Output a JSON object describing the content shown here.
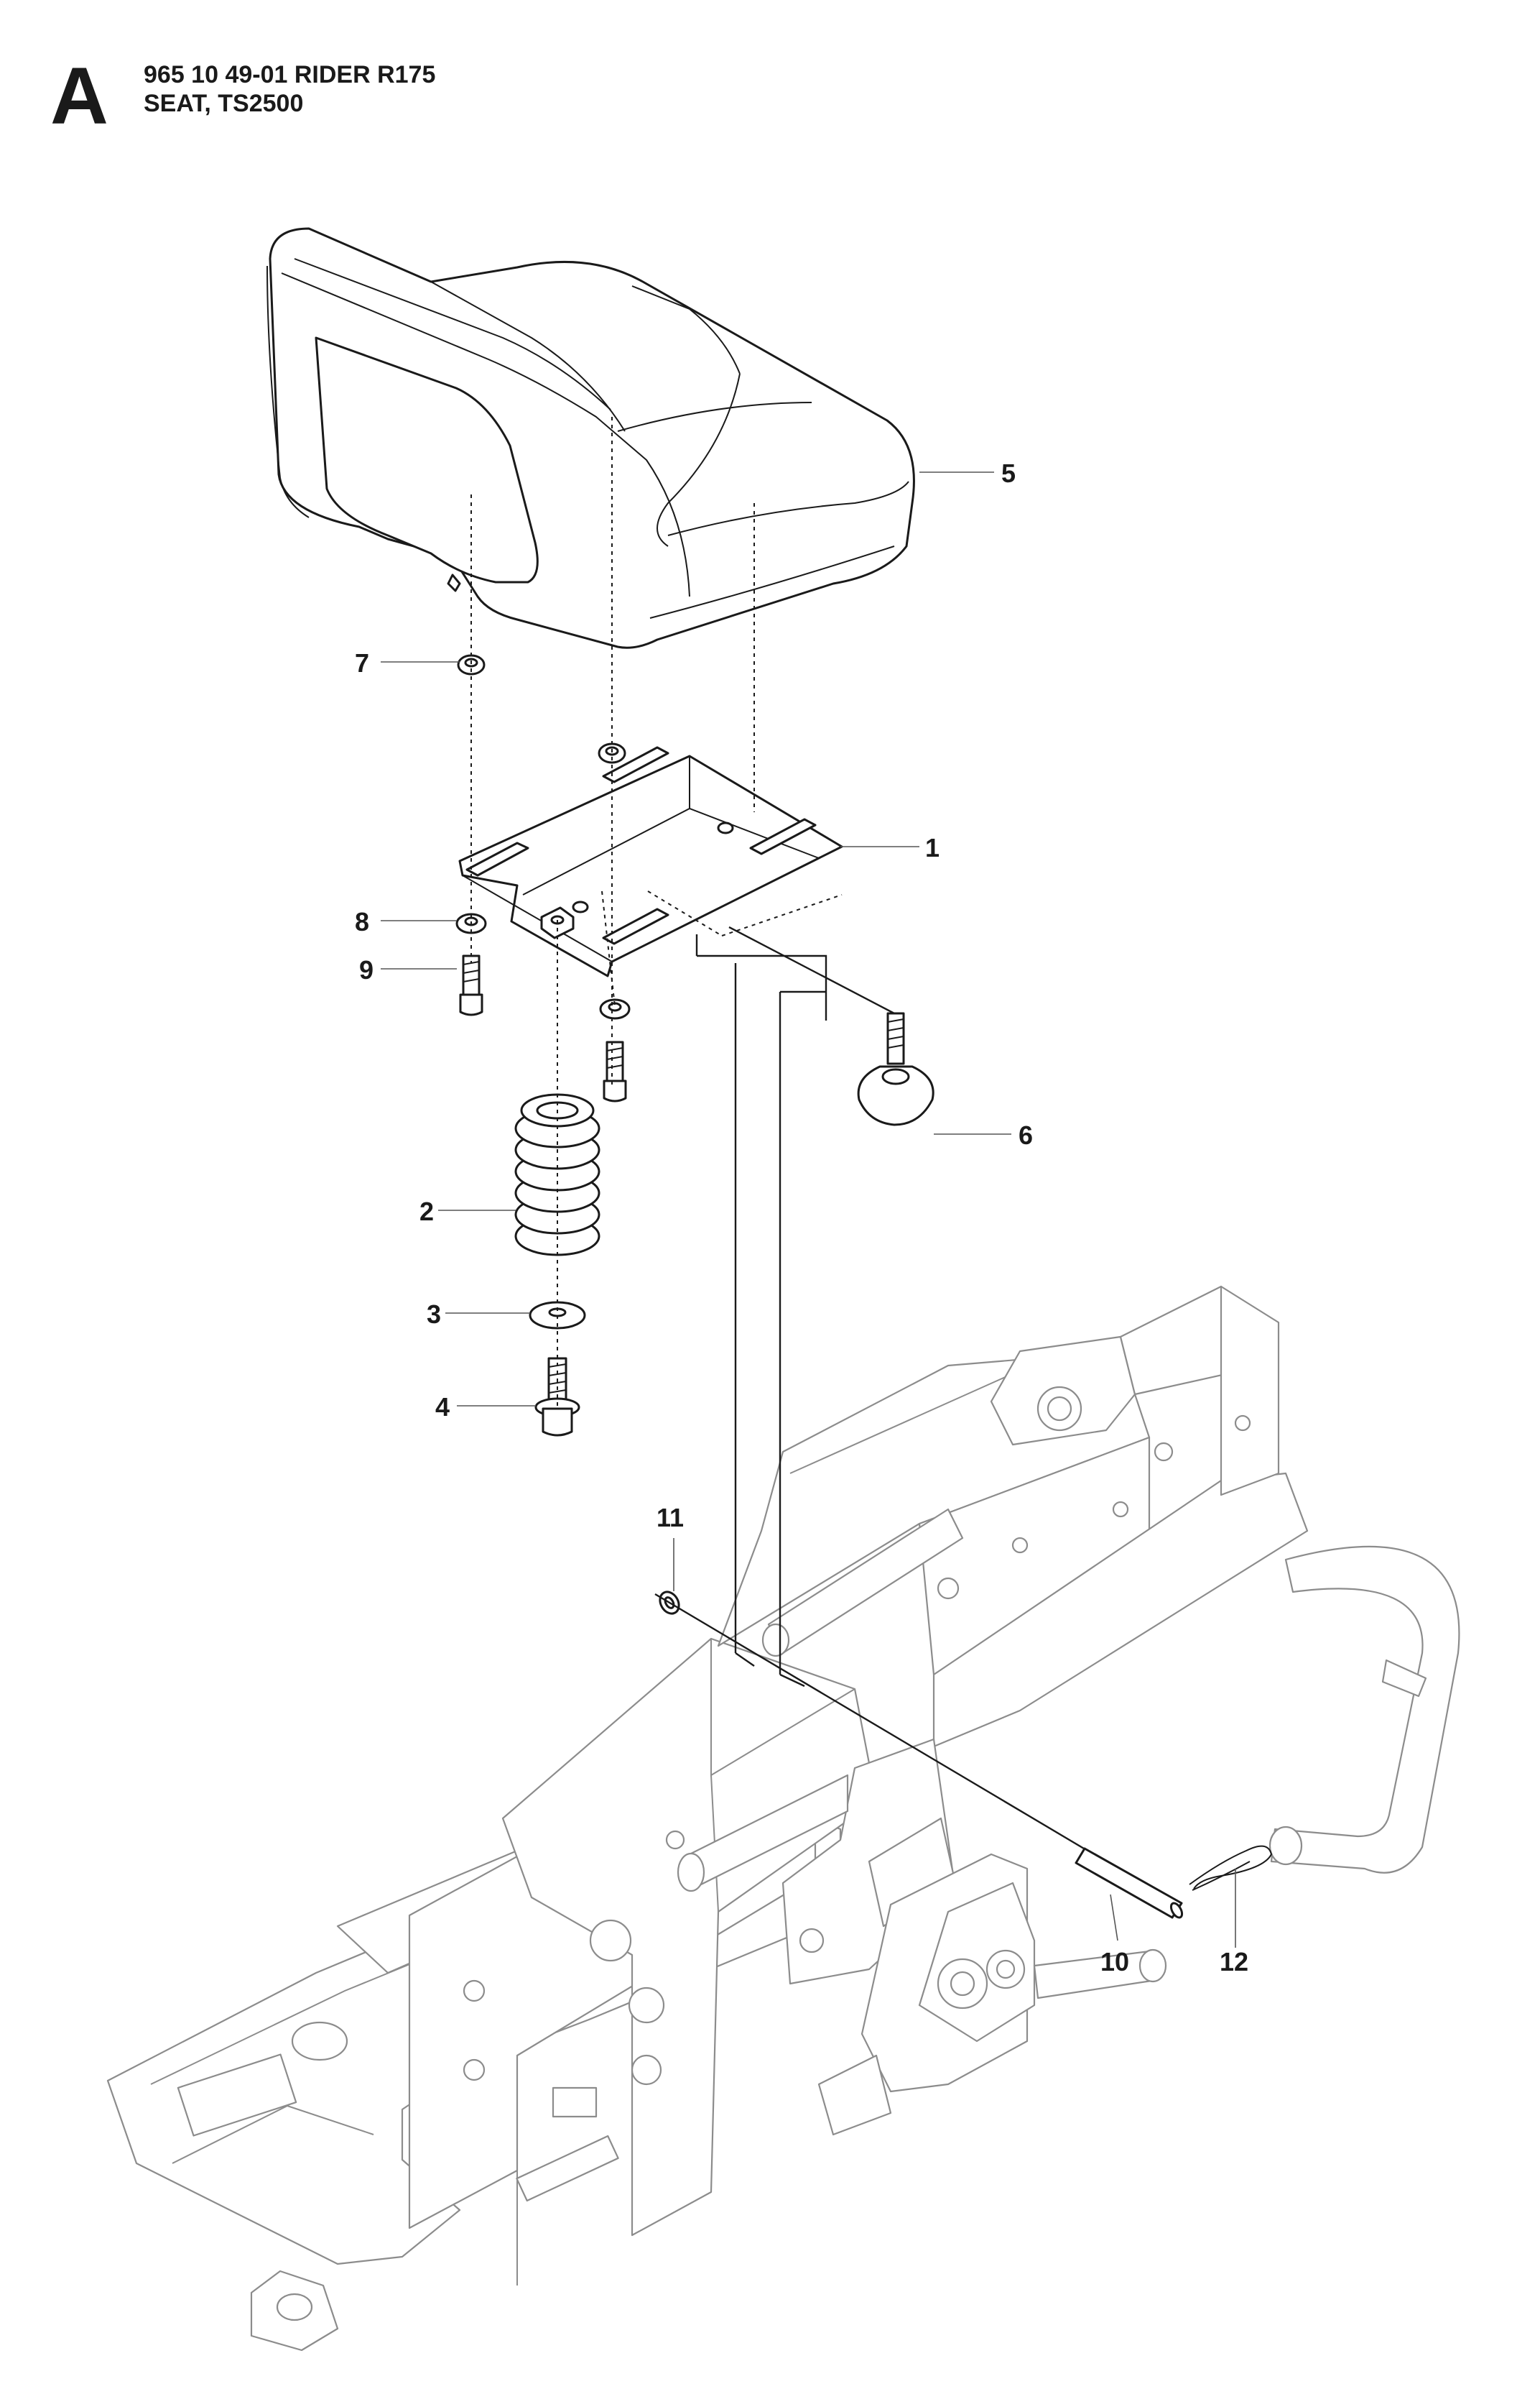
{
  "header": {
    "section_letter": "A",
    "title_line1": "965 10 49-01 RIDER R175",
    "title_line2": "SEAT, TS2500"
  },
  "callouts": [
    {
      "id": "1",
      "label": "1"
    },
    {
      "id": "2",
      "label": "2"
    },
    {
      "id": "3",
      "label": "3"
    },
    {
      "id": "4",
      "label": "4"
    },
    {
      "id": "5",
      "label": "5"
    },
    {
      "id": "6",
      "label": "6"
    },
    {
      "id": "7",
      "label": "7"
    },
    {
      "id": "8",
      "label": "8"
    },
    {
      "id": "9",
      "label": "9"
    },
    {
      "id": "10",
      "label": "10"
    },
    {
      "id": "11",
      "label": "11"
    },
    {
      "id": "12",
      "label": "12"
    }
  ]
}
